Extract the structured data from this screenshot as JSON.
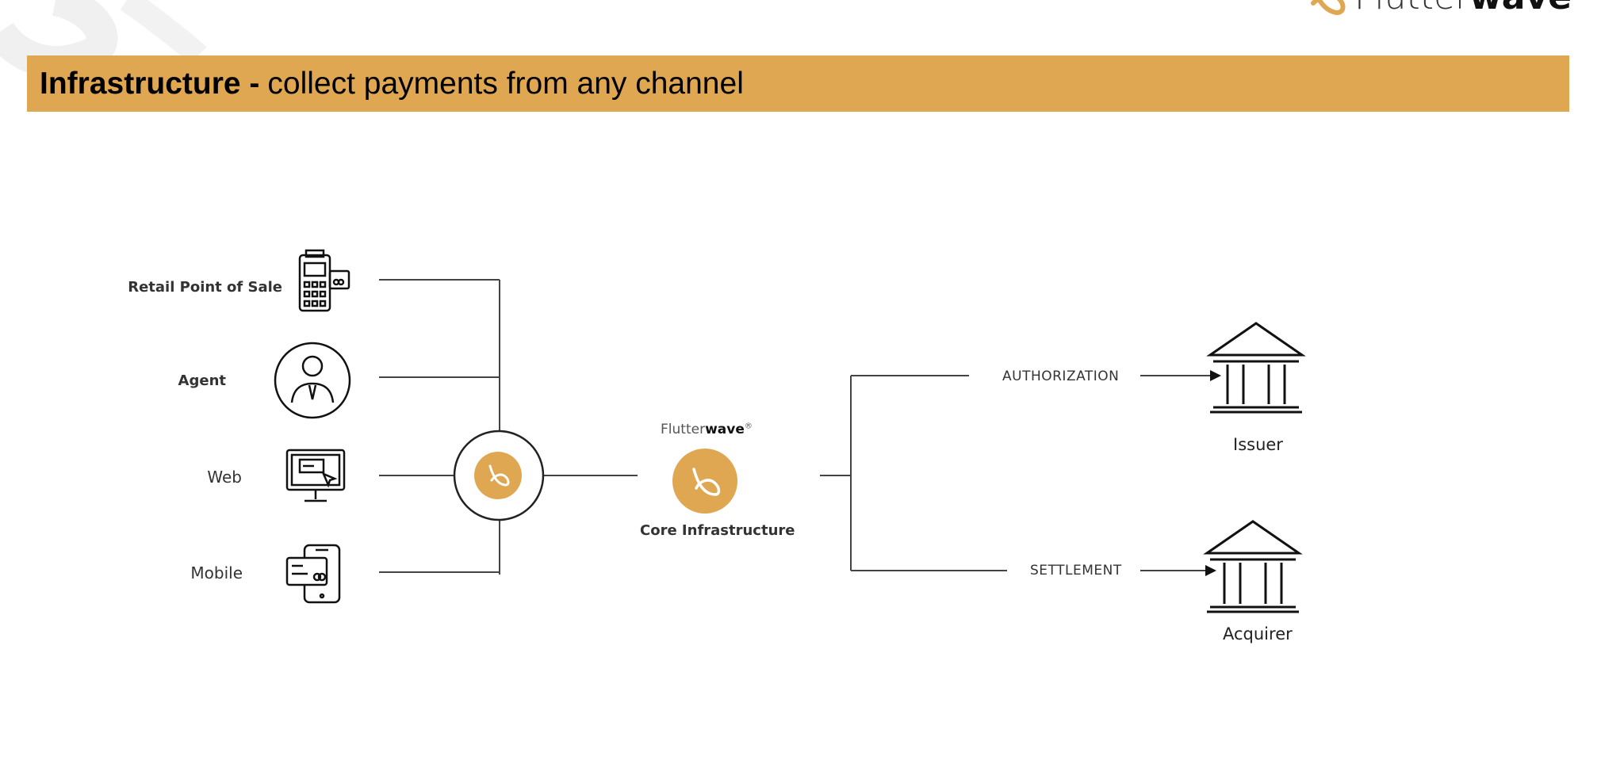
{
  "brand": {
    "name_light": "Flutter",
    "name_bold": "wave",
    "icon": "flutterwave-butterfly-icon",
    "accent_color": "#e0a753"
  },
  "banner": {
    "title_bold": "Infrastructure -",
    "title_rest": "collect payments from any channel"
  },
  "diagram": {
    "channels": [
      {
        "label": "Retail Point of Sale",
        "icon": "pos-terminal-icon"
      },
      {
        "label": "Agent",
        "icon": "agent-person-icon"
      },
      {
        "label": "Web",
        "icon": "web-monitor-icon"
      },
      {
        "label": "Mobile",
        "icon": "mobile-phone-icon"
      }
    ],
    "hub": {
      "icon": "flutterwave-butterfly-icon"
    },
    "core": {
      "brand_light": "Flutter",
      "brand_bold": "wave",
      "registered": "®",
      "label": "Core Infrastructure"
    },
    "flows": [
      {
        "step": "AUTHORIZATION",
        "party": "Issuer",
        "icon": "bank-building-icon"
      },
      {
        "step": "SETTLEMENT",
        "party": "Acquirer",
        "icon": "bank-building-icon"
      }
    ]
  }
}
